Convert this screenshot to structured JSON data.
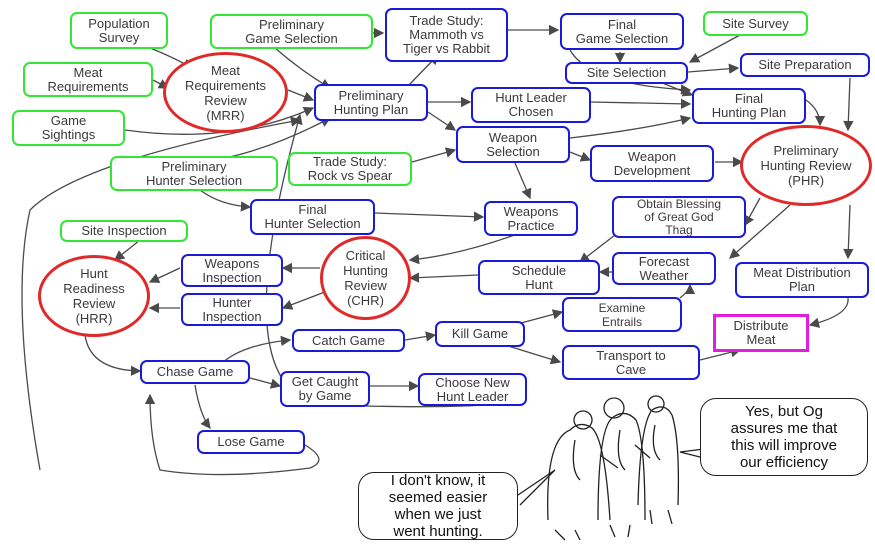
{
  "nodes": {
    "population_survey": "Population\nSurvey",
    "prelim_game_selection": "Preliminary\nGame Selection",
    "trade_study_mammoth": "Trade Study:\nMammoth vs\nTiger vs Rabbit",
    "final_game_selection": "Final\nGame Selection",
    "site_survey": "Site Survey",
    "meat_requirements": "Meat\nRequirements",
    "mrr": "Meat\nRequirements\nReview\n(MRR)",
    "site_selection": "Site Selection",
    "site_preparation": "Site Preparation",
    "prelim_hunting_plan": "Preliminary\nHunting Plan",
    "hunt_leader_chosen": "Hunt Leader\nChosen",
    "final_hunting_plan": "Final\nHunting Plan",
    "game_sightings": "Game\nSightings",
    "weapon_selection": "Weapon\nSelection",
    "prelim_hunter_selection": "Preliminary\nHunter Selection",
    "trade_study_rock": "Trade Study:\nRock vs Spear",
    "weapon_development": "Weapon\nDevelopment",
    "phr": "Preliminary\nHunting Review\n(PHR)",
    "final_hunter_selection": "Final\nHunter Selection",
    "weapons_practice": "Weapons\nPractice",
    "obtain_blessing": "Obtain Blessing\nof Great God\nThag",
    "site_inspection": "Site Inspection",
    "weapons_inspection": "Weapons\nInspection",
    "chr": "Critical\nHunting\nReview\n(CHR)",
    "schedule_hunt": "Schedule\nHunt",
    "forecast_weather": "Forecast\nWeather",
    "meat_distribution_plan": "Meat Distribution\nPlan",
    "hrr": "Hunt\nReadiness\nReview\n(HRR)",
    "hunter_inspection": "Hunter\nInspection",
    "examine_entrails": "Examine\nEntrails",
    "distribute_meat": "Distribute\nMeat",
    "catch_game": "Catch Game",
    "kill_game": "Kill Game",
    "chase_game": "Chase Game",
    "transport_to_cave": "Transport to\nCave",
    "get_caught": "Get Caught\nby Game",
    "choose_new_leader": "Choose New\nHunt Leader",
    "lose_game": "Lose Game"
  },
  "speech": {
    "right": "Yes, but Og\nassures me that\nthis will improve\nour efficiency",
    "left": "I don't know, it\nseemed easier\nwhen we just\nwent hunting."
  },
  "colors": {
    "task_green": "#33e633",
    "task_blue": "#1a1ad9",
    "review_red": "#e02a2a",
    "goal_magenta": "#e01ee0",
    "arrow": "#4a4a4a"
  }
}
